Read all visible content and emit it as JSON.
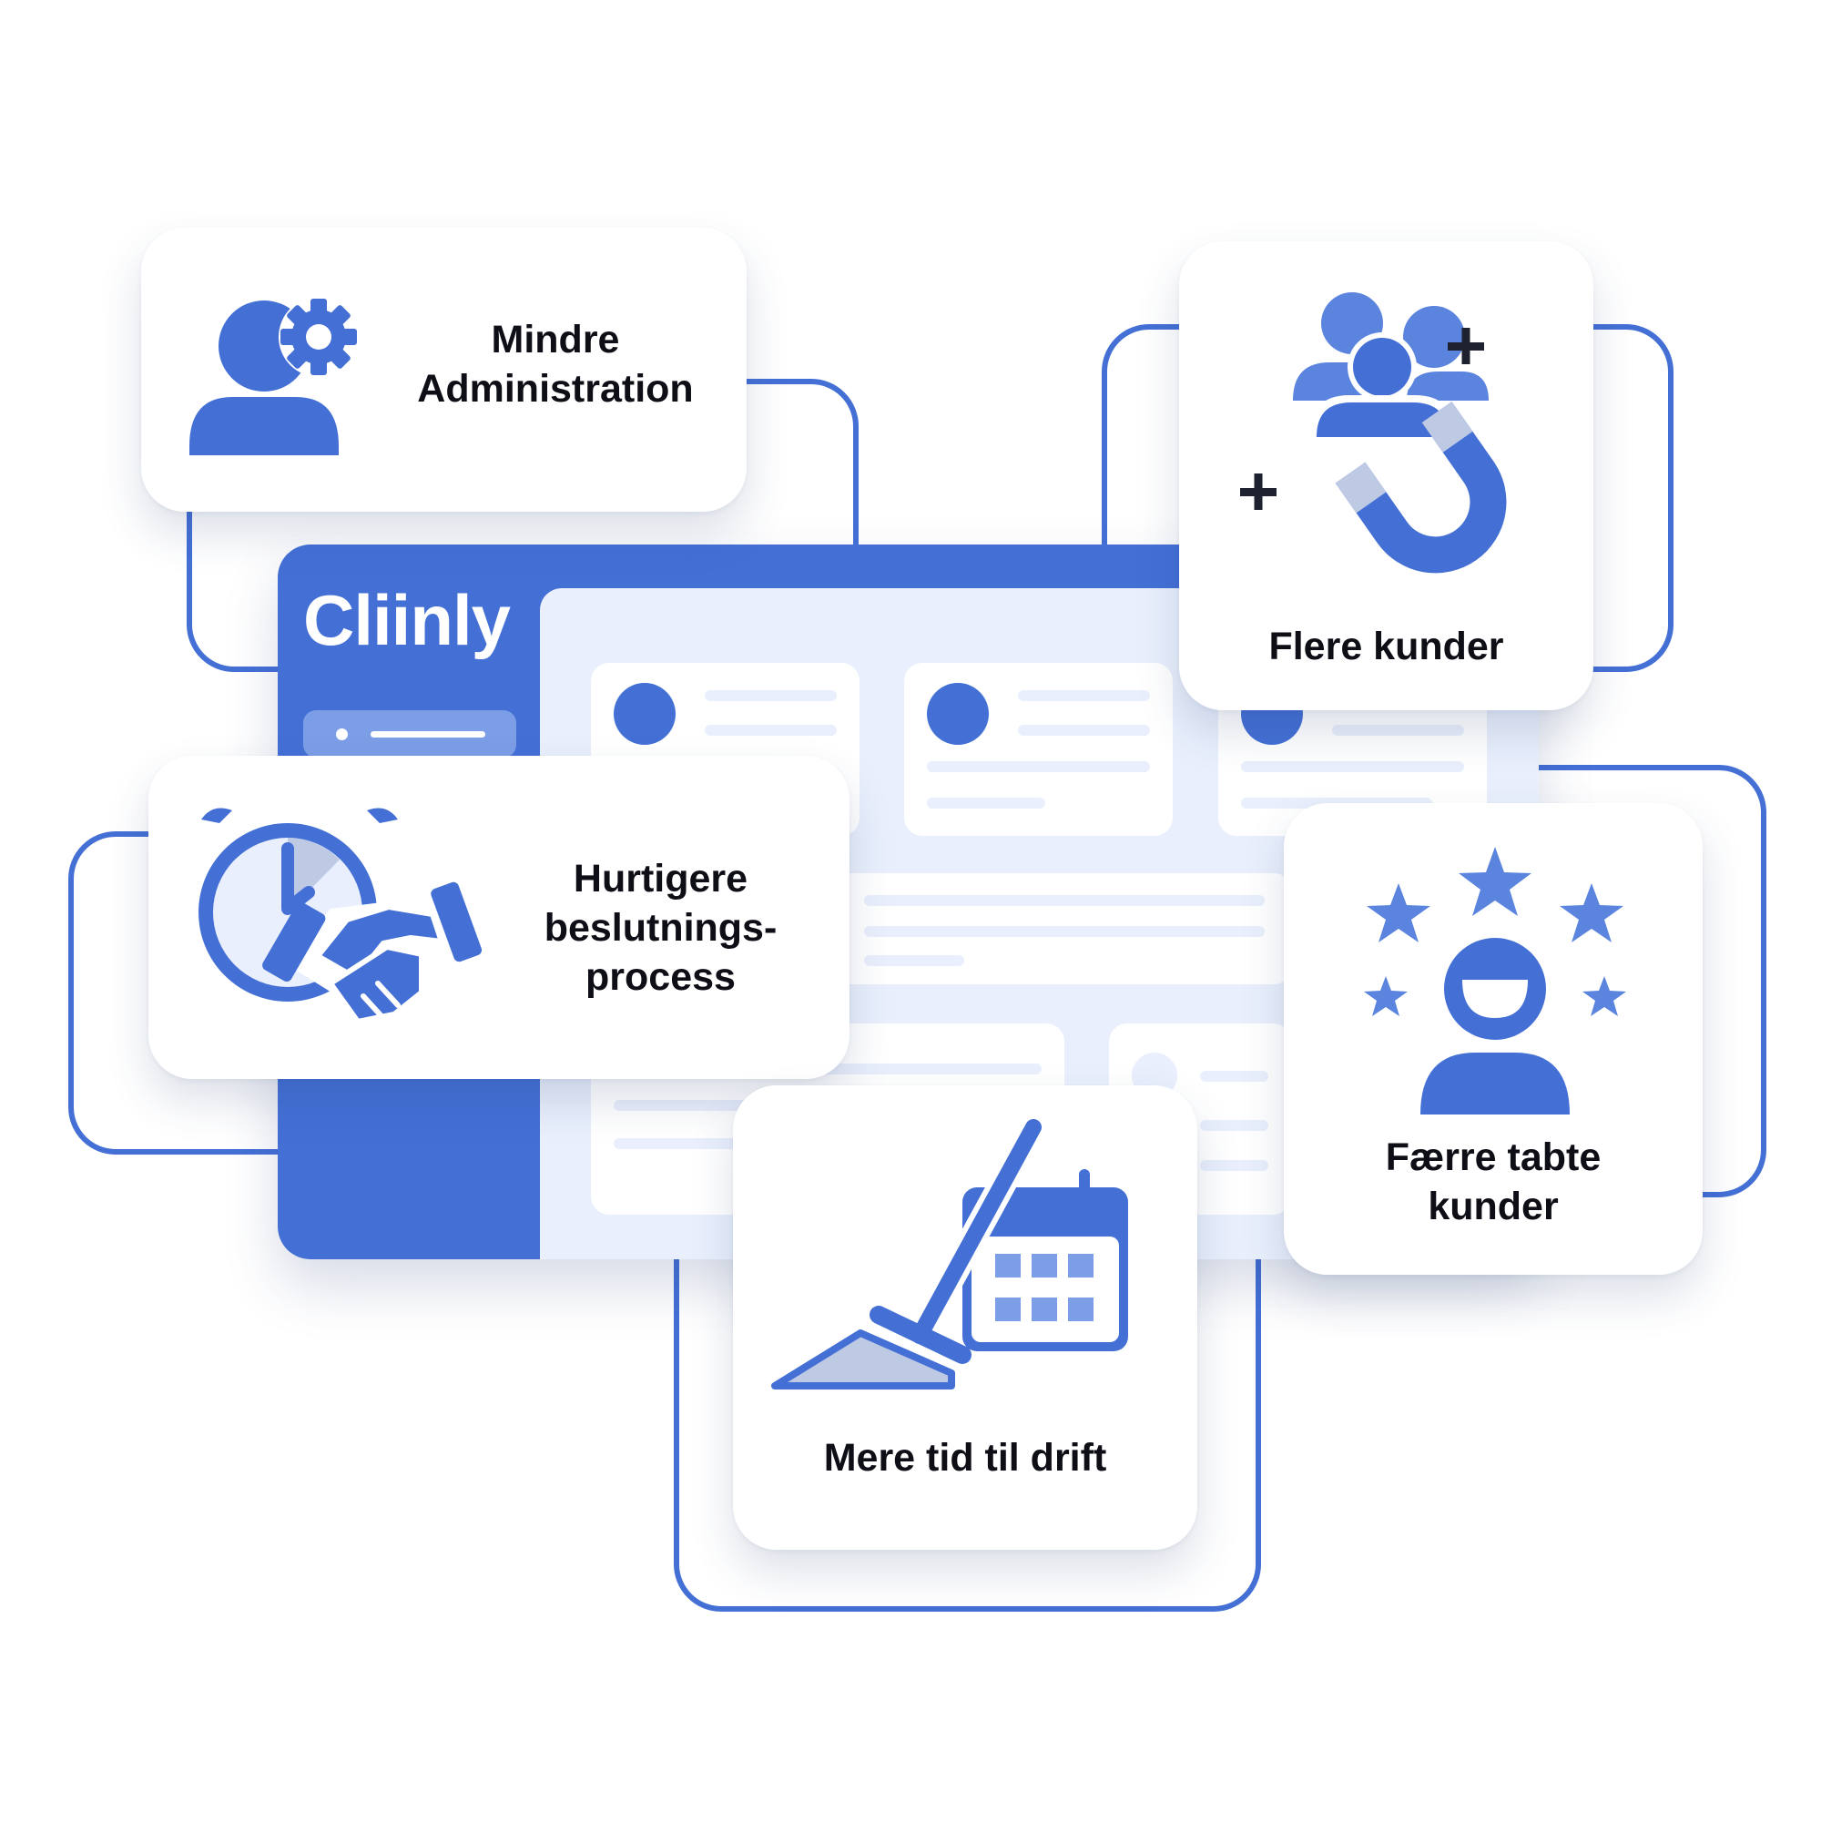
{
  "app": {
    "logo_text": "Cliinly",
    "brand_color": "#4470d6",
    "panel_color": "#e9effc"
  },
  "features": [
    {
      "id": "mindre-administration",
      "label": "Mindre\nAdministration",
      "icon": "user-gear-icon"
    },
    {
      "id": "flere-kunder",
      "label": "Flere kunder",
      "icon": "customer-magnet-icon"
    },
    {
      "id": "hurtigere-beslutningsprocess",
      "label": "Hurtigere\nbeslutnings-\nprocess",
      "icon": "stopwatch-handshake-icon"
    },
    {
      "id": "faerre-tabte-kunder",
      "label": "Færre tabte\nkunder",
      "icon": "happy-customer-stars-icon"
    },
    {
      "id": "mere-tid-til-drift",
      "label": "Mere tid til drift",
      "icon": "broom-calendar-icon"
    }
  ]
}
